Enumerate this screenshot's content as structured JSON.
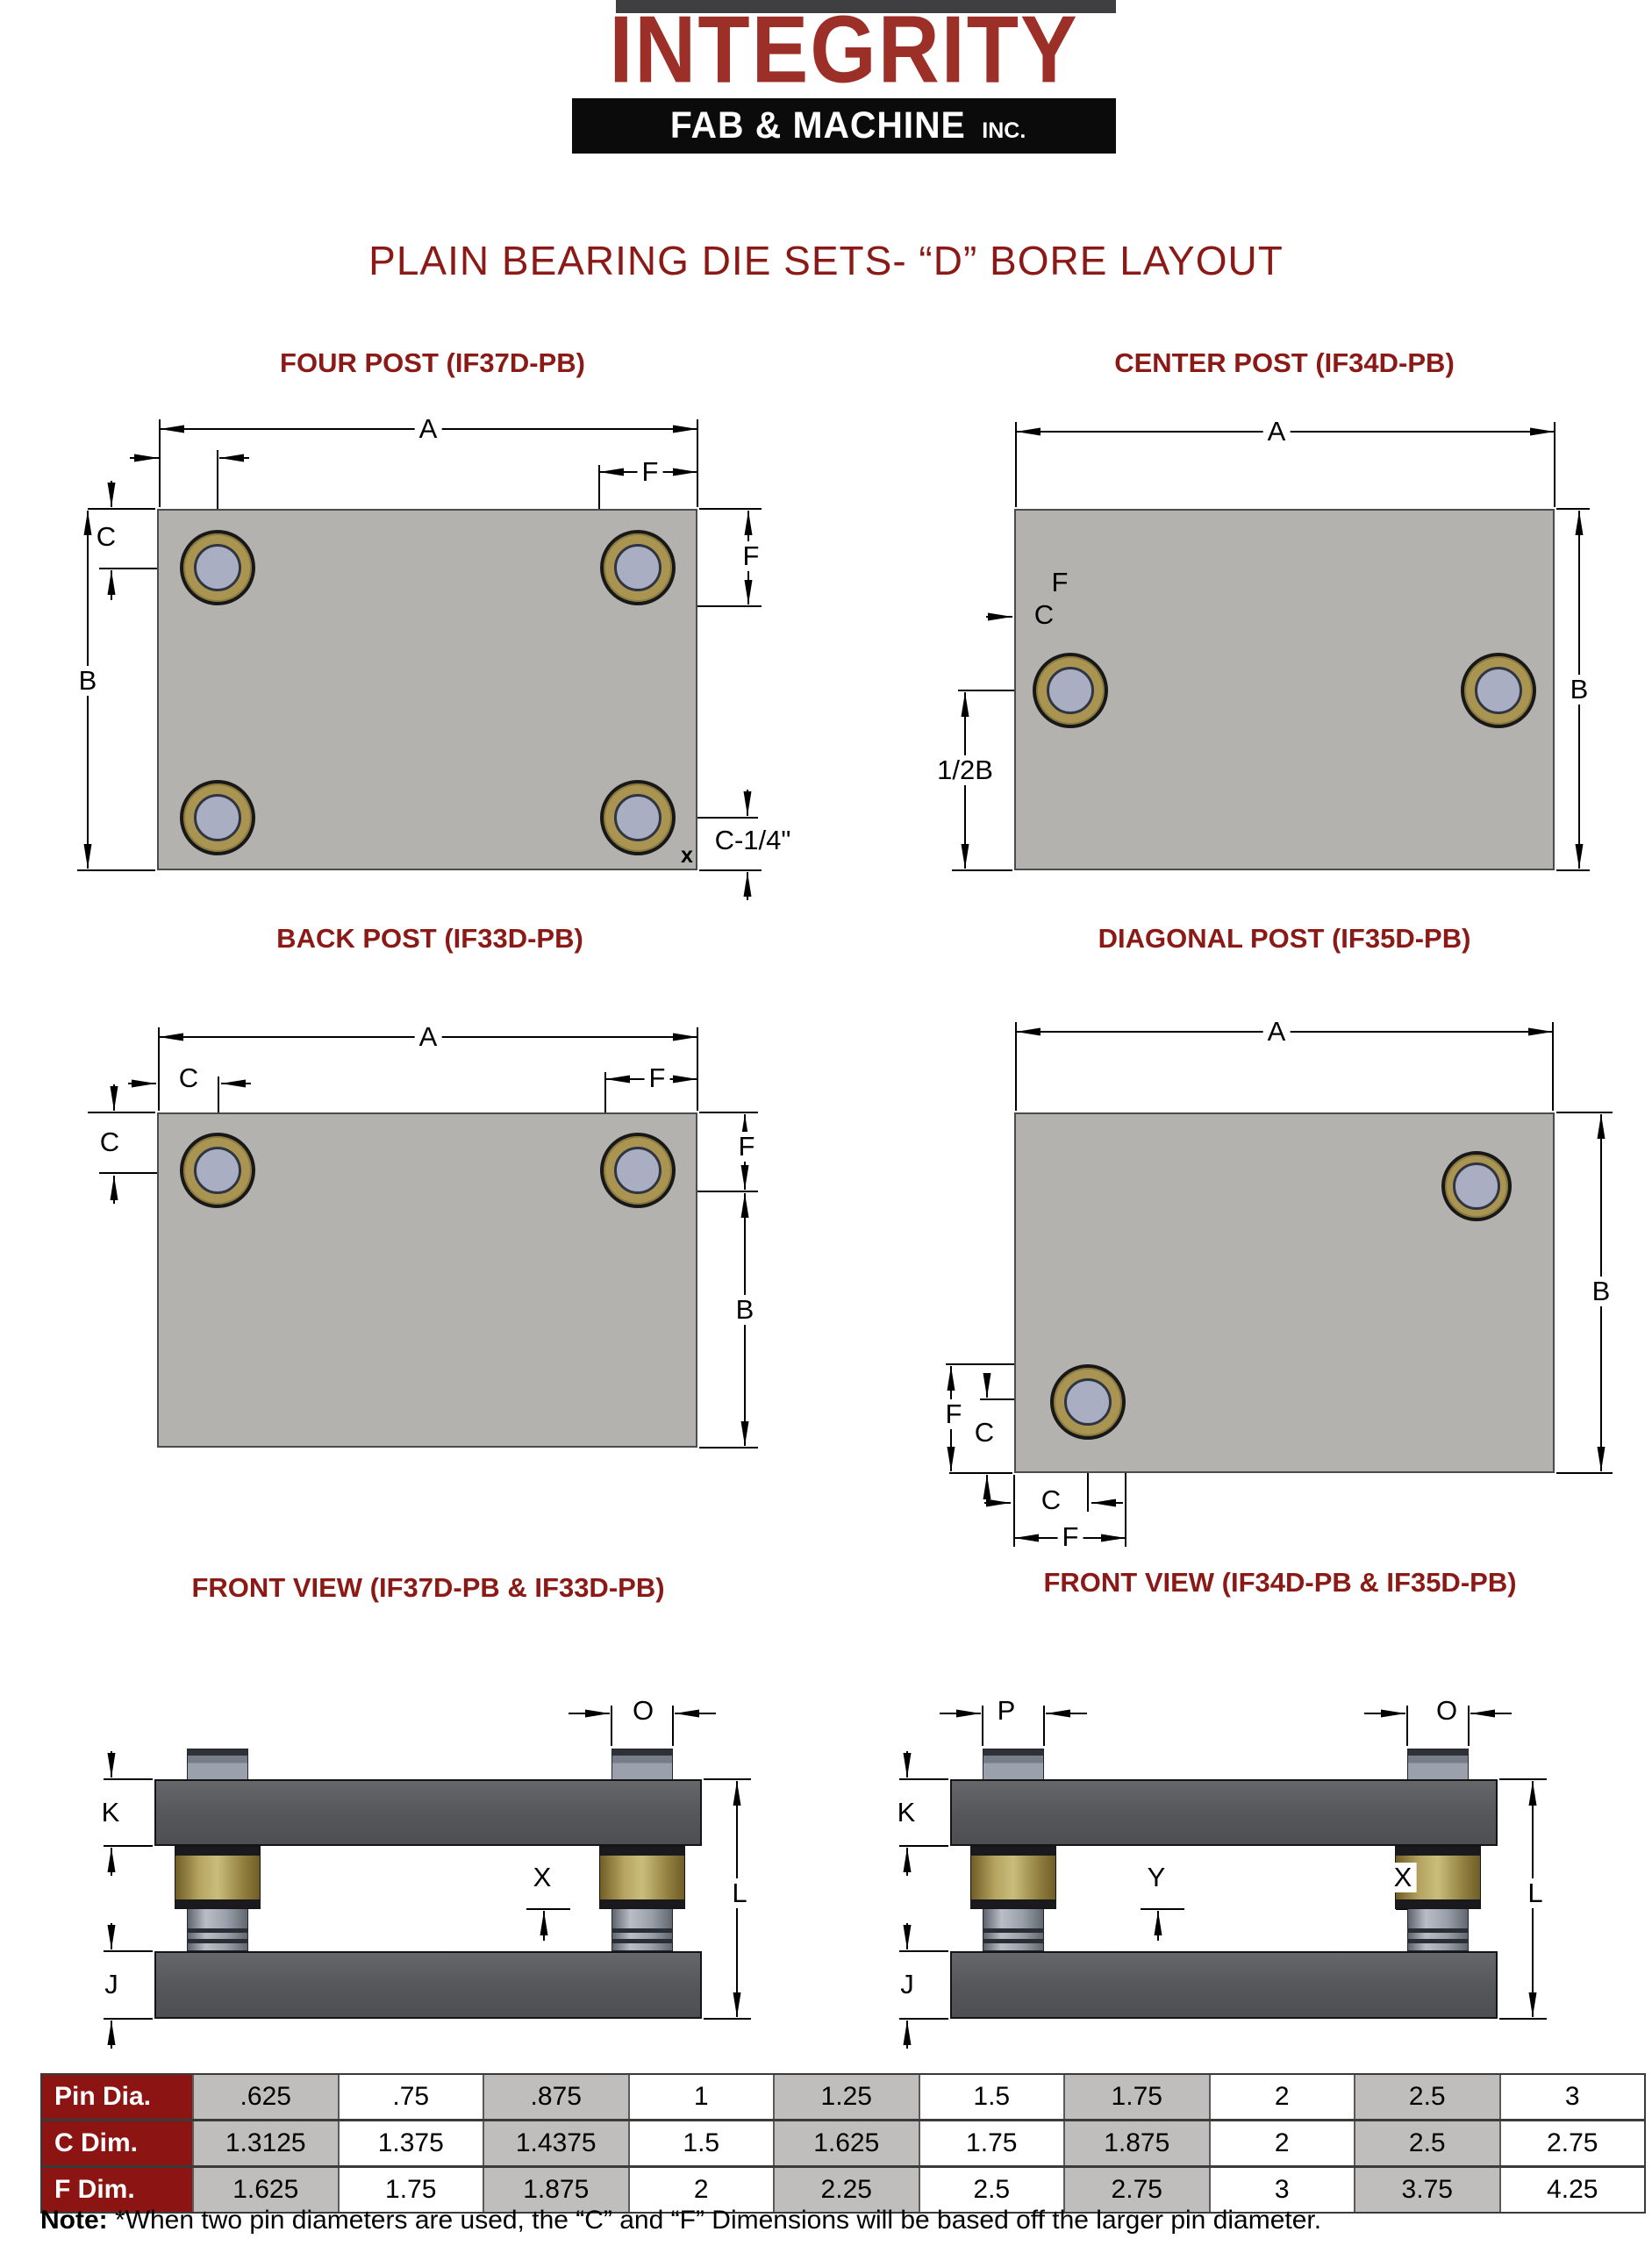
{
  "logo": {
    "name": "INTEGRITY",
    "subtitle": "FAB & MACHINE",
    "suffix": "INC."
  },
  "page_title": "PLAIN BEARING DIE SETS- “D” BORE LAYOUT",
  "sections": {
    "four_post": {
      "title": "FOUR POST (IF37D-PB)"
    },
    "center_post": {
      "title": "CENTER POST (IF34D-PB)"
    },
    "back_post": {
      "title": "BACK POST (IF33D-PB)"
    },
    "diagonal_post": {
      "title": "DIAGONAL POST (IF35D-PB)"
    },
    "front_view_left": {
      "title": "FRONT VIEW (IF37D-PB & IF33D-PB)"
    },
    "front_view_right": {
      "title": "FRONT VIEW (IF34D-PB & IF35D-PB)"
    }
  },
  "dim": {
    "a": "A",
    "b": "B",
    "c": "C",
    "f": "F",
    "o": "O",
    "p": "P",
    "k": "K",
    "j": "J",
    "l": "L",
    "x": "X",
    "y": "Y",
    "half_b": "1/2B",
    "c_quarter": "C-1/4\"",
    "x_marker": "x"
  },
  "table": {
    "rows": [
      {
        "label": "Pin Dia.",
        "values": [
          ".625",
          ".75",
          ".875",
          "1",
          "1.25",
          "1.5",
          "1.75",
          "2",
          "2.5",
          "3"
        ]
      },
      {
        "label": "C Dim.",
        "values": [
          "1.3125",
          "1.375",
          "1.4375",
          "1.5",
          "1.625",
          "1.75",
          "1.875",
          "2",
          "2.5",
          "2.75"
        ]
      },
      {
        "label": "F Dim.",
        "values": [
          "1.625",
          "1.75",
          "1.875",
          "2",
          "2.25",
          "2.5",
          "2.75",
          "3",
          "3.75",
          "4.25"
        ]
      }
    ]
  },
  "note": {
    "label": "Note:",
    "text": " *When two pin diameters are used, the “C” and “F” Dimensions will be based off the larger pin diameter."
  },
  "colors": {
    "heading": "#8B1A17",
    "logo_red": "#9C2F28",
    "table_header_bg": "#8C1513",
    "plate_gray": "#B3B2AE",
    "brass": "#A99551",
    "bore_fill": "#A9AEC3",
    "dark_plate": "#5A5B5E",
    "col_shade": "#BFBEBC"
  }
}
